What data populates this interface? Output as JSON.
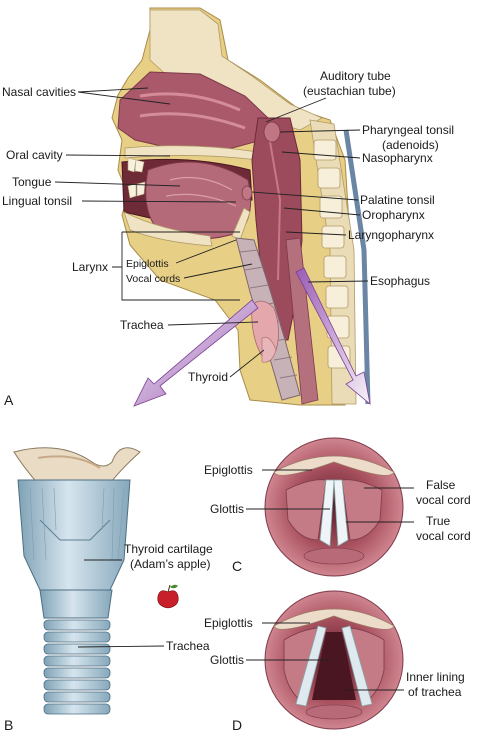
{
  "panels": {
    "A": {
      "letter": "A",
      "labels": {
        "nasal_cavities": "Nasal cavities",
        "oral_cavity": "Oral cavity",
        "tongue": "Tongue",
        "lingual_tonsil": "Lingual tonsil",
        "larynx": "Larynx",
        "epiglottis": "Epiglottis",
        "vocal_cords": "Vocal cords",
        "trachea": "Trachea",
        "thyroid": "Thyroid",
        "auditory_tube_1": "Auditory tube",
        "auditory_tube_2": "(eustachian tube)",
        "pharyngeal_tonsil_1": "Pharyngeal tonsil",
        "pharyngeal_tonsil_2": "(adenoids)",
        "nasopharynx": "Nasopharynx",
        "palatine_tonsil": "Palatine tonsil",
        "oropharynx": "Oropharynx",
        "laryngopharynx": "Laryngopharynx",
        "esophagus": "Esophagus"
      }
    },
    "B": {
      "letter": "B",
      "labels": {
        "thyroid_cartilage_1": "Thyroid cartilage",
        "thyroid_cartilage_2": "(Adam’s apple)",
        "trachea": "Trachea"
      }
    },
    "C": {
      "letter": "C",
      "labels": {
        "epiglottis": "Epiglottis",
        "glottis": "Glottis",
        "false_cord_1": "False",
        "false_cord_2": "vocal cord",
        "true_cord_1": "True",
        "true_cord_2": "vocal cord"
      }
    },
    "D": {
      "letter": "D",
      "labels": {
        "epiglottis": "Epiglottis",
        "glottis": "Glottis",
        "inner_lining_1": "Inner lining",
        "inner_lining_2": "of trachea"
      }
    }
  },
  "colors": {
    "tissue": "#b06a78",
    "tissue_dark": "#8a4252",
    "bone": "#efe3c4",
    "fat": "#e8cf86",
    "cartilage": "#b7cdda",
    "arrow": "#9a5cb4",
    "thyroid": "#e3a7ac"
  }
}
